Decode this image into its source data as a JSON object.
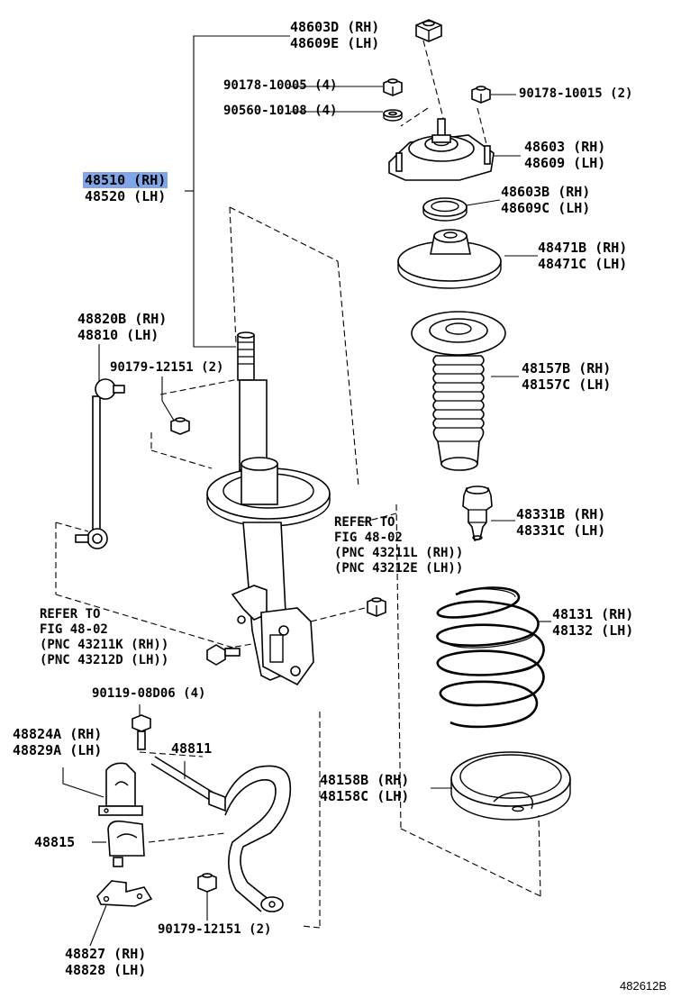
{
  "labels": {
    "top_nut": [
      "48603D (RH)",
      "48609E (LH)"
    ],
    "nut_10005": "90178-10005 (4)",
    "washer_10108": "90560-10108 (4)",
    "nut_10015": "90178-10015 (2)",
    "strut": [
      "48510 (RH)",
      "48520 (LH)"
    ],
    "support": [
      "48603 (RH)",
      "48609 (LH)"
    ],
    "bearing": [
      "48603B (RH)",
      "48609C (LH)"
    ],
    "upper_seat": [
      "48471B (RH)",
      "48471C (LH)"
    ],
    "link": [
      "48820B (RH)",
      "48810 (LH)"
    ],
    "link_nut": "90179-12151 (2)",
    "boot": [
      "48157B (RH)",
      "48157C (LH)"
    ],
    "bumper": [
      "48331B (RH)",
      "48331C (LH)"
    ],
    "refer_right": [
      "REFER TO",
      "FIG 48-02",
      "(PNC 43211L (RH))",
      "(PNC 43212E (LH))"
    ],
    "spring": [
      "48131 (RH)",
      "48132 (LH)"
    ],
    "refer_left": [
      "REFER TO",
      "FIG 48-02",
      "(PNC 43211K (RH))",
      "(PNC 43212D (LH))"
    ],
    "bolt": "90119-08D06 (4)",
    "bushing": [
      "48824A (RH)",
      "48829A (LH)"
    ],
    "stabilizer_bar": "48811",
    "lower_insulator": [
      "48158B (RH)",
      "48158C (LH)"
    ],
    "clamp_part": "48815",
    "bar_nut": "90179-12151 (2)",
    "bracket": [
      "48827 (RH)",
      "48828 (LH)"
    ]
  },
  "figure_id": "482612B",
  "highlight_color": "#7fa6e8"
}
